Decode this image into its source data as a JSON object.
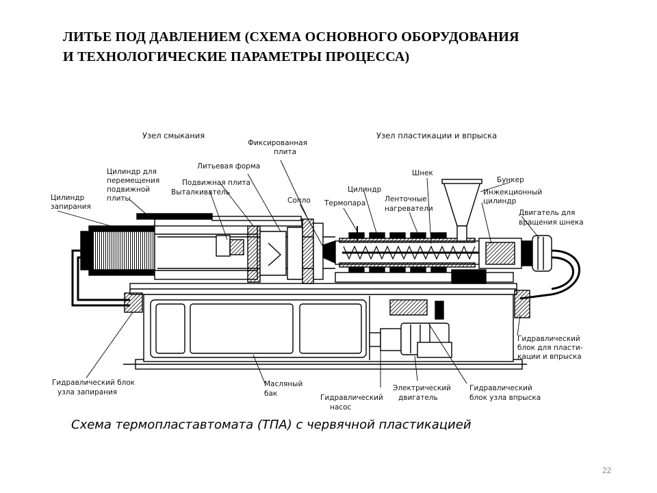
{
  "title": {
    "line1": "ЛИТЬЕ ПОД ДАВЛЕНИЕМ  (СХЕМА ОСНОВНОГО ОБОРУДОВАНИЯ",
    "line2": "И ТЕХНОЛОГИЧЕСКИЕ ПАРАМЕТРЫ ПРОЦЕССА)"
  },
  "diagram": {
    "section_clamping": "Узел смыкания",
    "section_plastication": "Узел пластикации и впрыска",
    "fixed_plate": [
      "Фиксированная",
      "плита"
    ],
    "mold": "Литьевая форма",
    "moving_plate": "Подвижная плита",
    "ejector": "Выталкиватель",
    "move_cylinder": [
      "Цилиндр для",
      "перемещения",
      "подвижной",
      "плиты"
    ],
    "lock_cylinder": [
      "Цилиндр",
      "запирания"
    ],
    "nozzle": "Сопло",
    "thermocouple": "Термопара",
    "cylinder": "Цилиндр",
    "band_heaters": [
      "Ленточные",
      "нагреватели"
    ],
    "screw": "Шнек",
    "hopper": "Бункер",
    "injection_cylinder": [
      "Инжекционный",
      "цилиндр"
    ],
    "screw_motor": [
      "Двигатель для",
      "вращения шнека"
    ],
    "hyd_block_plast": [
      "Гидравлический",
      "блок для пласти-",
      "кации и впрыска"
    ],
    "hyd_block_lock": [
      "Гидравлический блок",
      "узла запирания"
    ],
    "oil_tank": [
      "Масляный",
      "бак"
    ],
    "hyd_pump": [
      "Гидравлический",
      "насос"
    ],
    "electric_motor": [
      "Электрический",
      "двигатель"
    ],
    "hyd_block_inject": [
      "Гидравлический",
      "блок узла впрыска"
    ]
  },
  "caption": "Схема термопластавтомата  (ТПА) с червячной пластикацией",
  "page_number": "22"
}
